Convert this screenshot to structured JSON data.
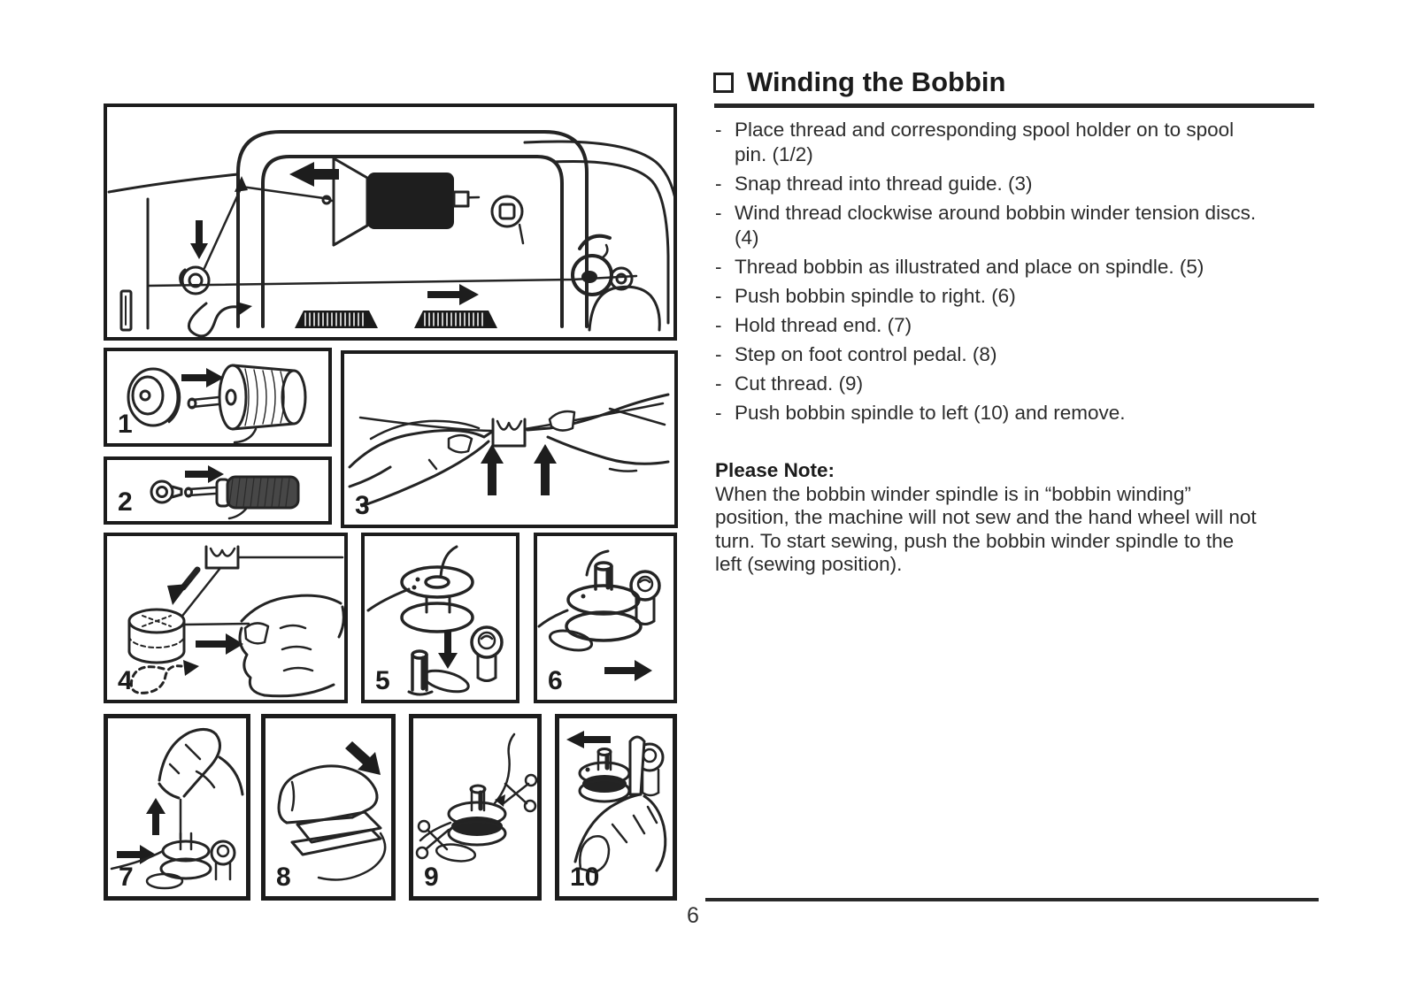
{
  "section": {
    "title": "Winding the Bobbin"
  },
  "bullet_char": "-",
  "steps": [
    "Place thread and corresponding spool holder on to spool pin. (1/2)",
    "Snap thread into thread guide. (3)",
    "Wind thread clockwise around bobbin winder tension discs. (4)",
    "Thread bobbin as illustrated and place on spindle. (5)",
    "Push bobbin spindle to right. (6)",
    "Hold thread end. (7)",
    "Step on foot control pedal. (8)",
    "Cut thread. (9)",
    "Push bobbin spindle to left (10) and remove."
  ],
  "note": {
    "heading": "Please Note:",
    "body": "When the bobbin winder spindle is in “bobbin winding” position, the machine will not sew and the hand wheel will not turn. To start sewing, push the bobbin winder spindle to the left (sewing position)."
  },
  "page_number": "6",
  "panel_labels": [
    "1",
    "2",
    "3",
    "4",
    "5",
    "6",
    "7",
    "8",
    "9",
    "10"
  ]
}
